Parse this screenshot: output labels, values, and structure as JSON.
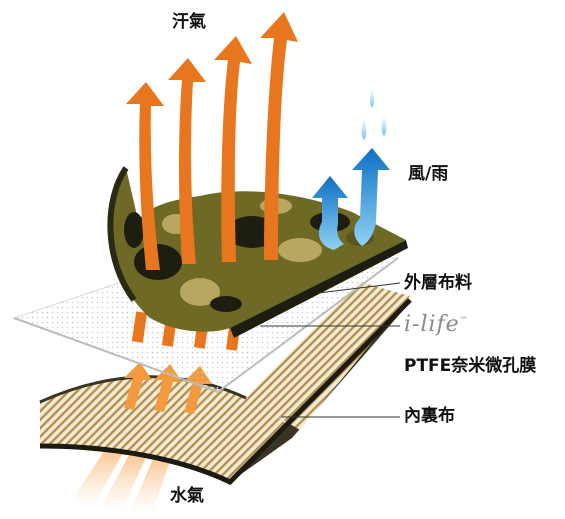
{
  "labels": {
    "sweat": "汗氣",
    "wind_rain": "風/雨",
    "outer_fabric": "外層布料",
    "membrane": "PTFE奈米微孔膜",
    "lining": "內裏布",
    "vapor": "水氣"
  },
  "brand": {
    "text": "i-life",
    "mark": "™"
  },
  "colors": {
    "sweat_arrow": "#e8761f",
    "rain_arrow": "#1e88d6",
    "camo_dark": "#1e1e10",
    "camo_olive": "#6e6a26",
    "camo_tan": "#b8a760",
    "membrane": "#f2f2f2",
    "lining_stripe": "#b49250",
    "lining_edge": "#3a3424"
  }
}
